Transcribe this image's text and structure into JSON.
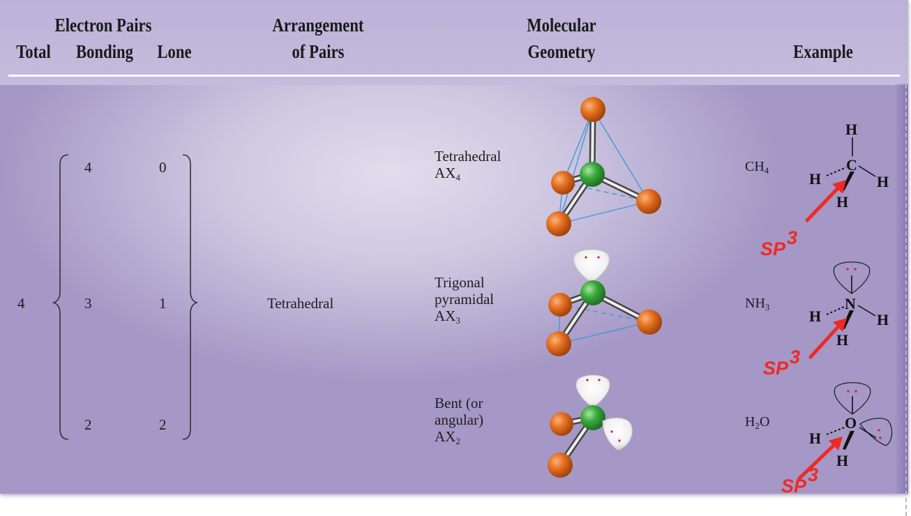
{
  "header": {
    "electron_pairs": "Electron Pairs",
    "total": "Total",
    "bonding": "Bonding",
    "lone": "Lone",
    "arrangement_line1": "Arrangement",
    "arrangement_line2": "of Pairs",
    "geometry_line1": "Molecular",
    "geometry_line2": "Geometry",
    "example": "Example"
  },
  "total_pairs": "4",
  "arrangement": "Tetrahedral",
  "rows": [
    {
      "bonding": "4",
      "lone": "0",
      "geometry_line1": "Tetrahedral",
      "geometry_line2": "",
      "ax": "AX",
      "ax_sub": "4",
      "formula_a": "CH",
      "formula_sub": "4",
      "formula_b": "",
      "center_atom": "C",
      "hybrid": "SP",
      "hybrid_sup": "3"
    },
    {
      "bonding": "3",
      "lone": "1",
      "geometry_line1": "Trigonal",
      "geometry_line2": "pyramidal",
      "ax": "AX",
      "ax_sub": "3",
      "formula_a": "NH",
      "formula_sub": "3",
      "formula_b": "",
      "center_atom": "N",
      "hybrid": "SP",
      "hybrid_sup": "3"
    },
    {
      "bonding": "2",
      "lone": "2",
      "geometry_line1": "Bent (or",
      "geometry_line2": "angular)",
      "ax": "AX",
      "ax_sub": "2",
      "formula_a": "H",
      "formula_sub": "2",
      "formula_b": "O",
      "center_atom": "O",
      "hybrid": "SP",
      "hybrid_sup": "3"
    }
  ],
  "hydrogen_label": "H",
  "colors": {
    "accent": "#ee2a24",
    "central_atom": "#3aa83e",
    "outer_atom": "#e06a1c",
    "edges": "#3f9ad8",
    "lone_dot": "#cc1e46"
  }
}
